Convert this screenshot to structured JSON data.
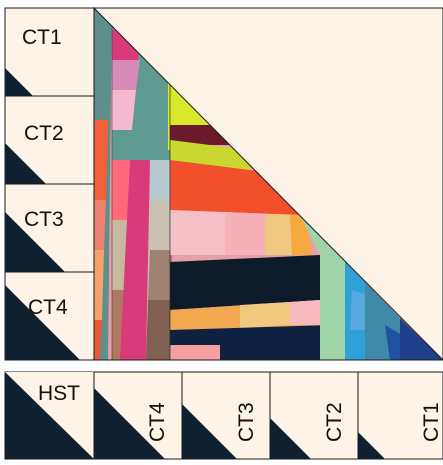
{
  "colors": {
    "cream": "#fdf3e6",
    "navy": "#0f2030",
    "outline": "#1a1a1a"
  },
  "left_column": {
    "blocks": [
      {
        "label": "CT1"
      },
      {
        "label": "CT2"
      },
      {
        "label": "CT3"
      },
      {
        "label": "CT4"
      }
    ]
  },
  "bottom_row": {
    "hst_label": "HST",
    "blocks": [
      {
        "label": "CT4"
      },
      {
        "label": "CT3"
      },
      {
        "label": "CT2"
      },
      {
        "label": "CT1"
      }
    ]
  }
}
